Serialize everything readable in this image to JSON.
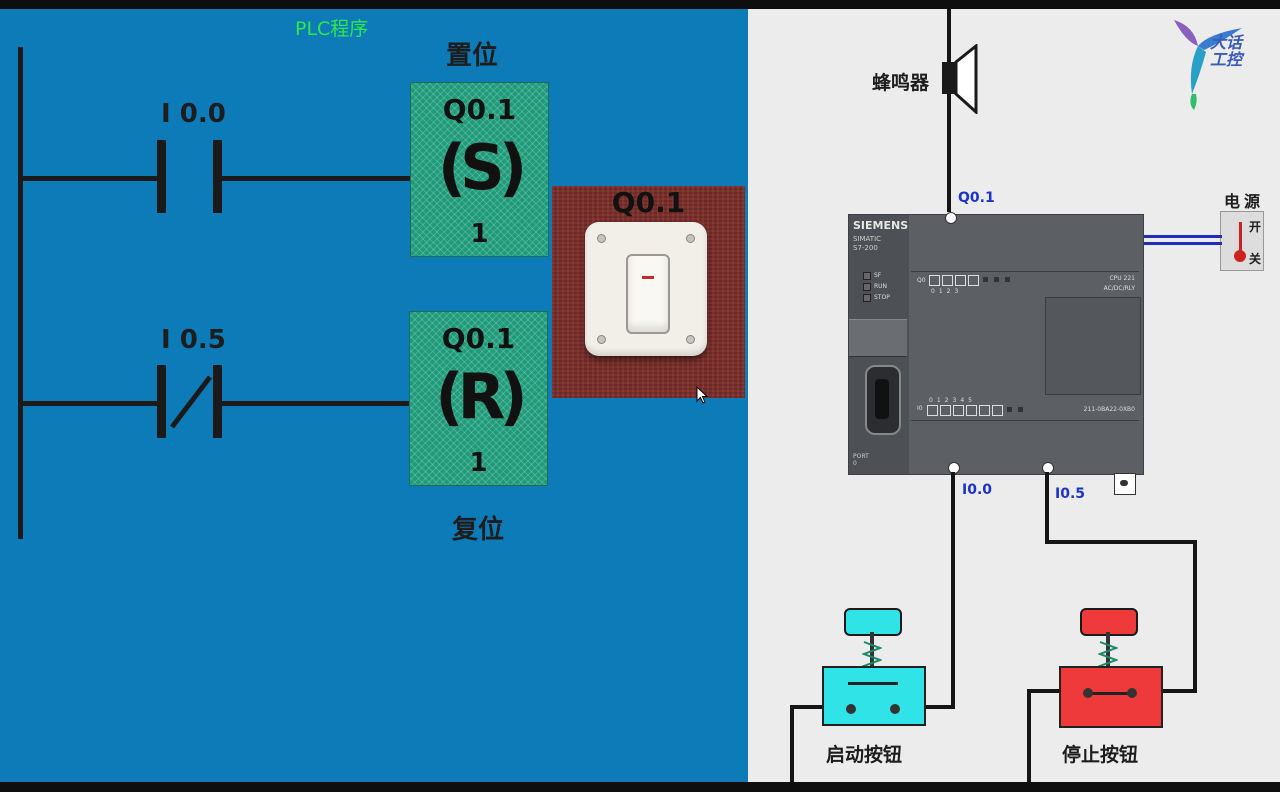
{
  "program_panel": {
    "title": "PLC程序",
    "set_label": "置位",
    "reset_label": "复位",
    "rung1": {
      "contact": "I 0.0",
      "coil_address": "Q0.1",
      "coil_symbol": "S",
      "coil_count": "1"
    },
    "rung2": {
      "contact": "I 0.5",
      "coil_address": "Q0.1",
      "coil_symbol": "R",
      "coil_count": "1"
    },
    "output_switch_label": "Q0.1"
  },
  "hardware_panel": {
    "buzzer_label": "蜂鸣器",
    "power": {
      "label": "电源",
      "on": "开",
      "off": "关"
    },
    "plc": {
      "brand": "SIEMENS",
      "series": "SIMATIC",
      "model": "S7-200",
      "cpu": "CPU 221",
      "cpu_type": "AC/DC/RLY",
      "order_no": "211-0BA22-0XB0",
      "status_leds": [
        "SF",
        "RUN",
        "STOP"
      ],
      "q_label": "Q0",
      "i_label": "I0",
      "q_bits": [
        "0",
        "1",
        "2",
        "3"
      ],
      "i_bits": [
        "0",
        "1",
        "2",
        "3",
        "4",
        "5"
      ],
      "port": "PORT 0",
      "out_terminal": "Q0.1",
      "in_terminals": [
        "I0.0",
        "I0.5"
      ]
    },
    "start_button": "启动按钮",
    "stop_button": "停止按钮"
  },
  "logo": {
    "text": "大话工控"
  },
  "colors": {
    "program_bg": "#0d7bb8",
    "coil_fill": "#1f9b7a",
    "title_green": "#2ee84a",
    "terminal_label": "#1c33c9",
    "start_button": "#2fe3e6",
    "stop_button": "#ee3a3a"
  }
}
